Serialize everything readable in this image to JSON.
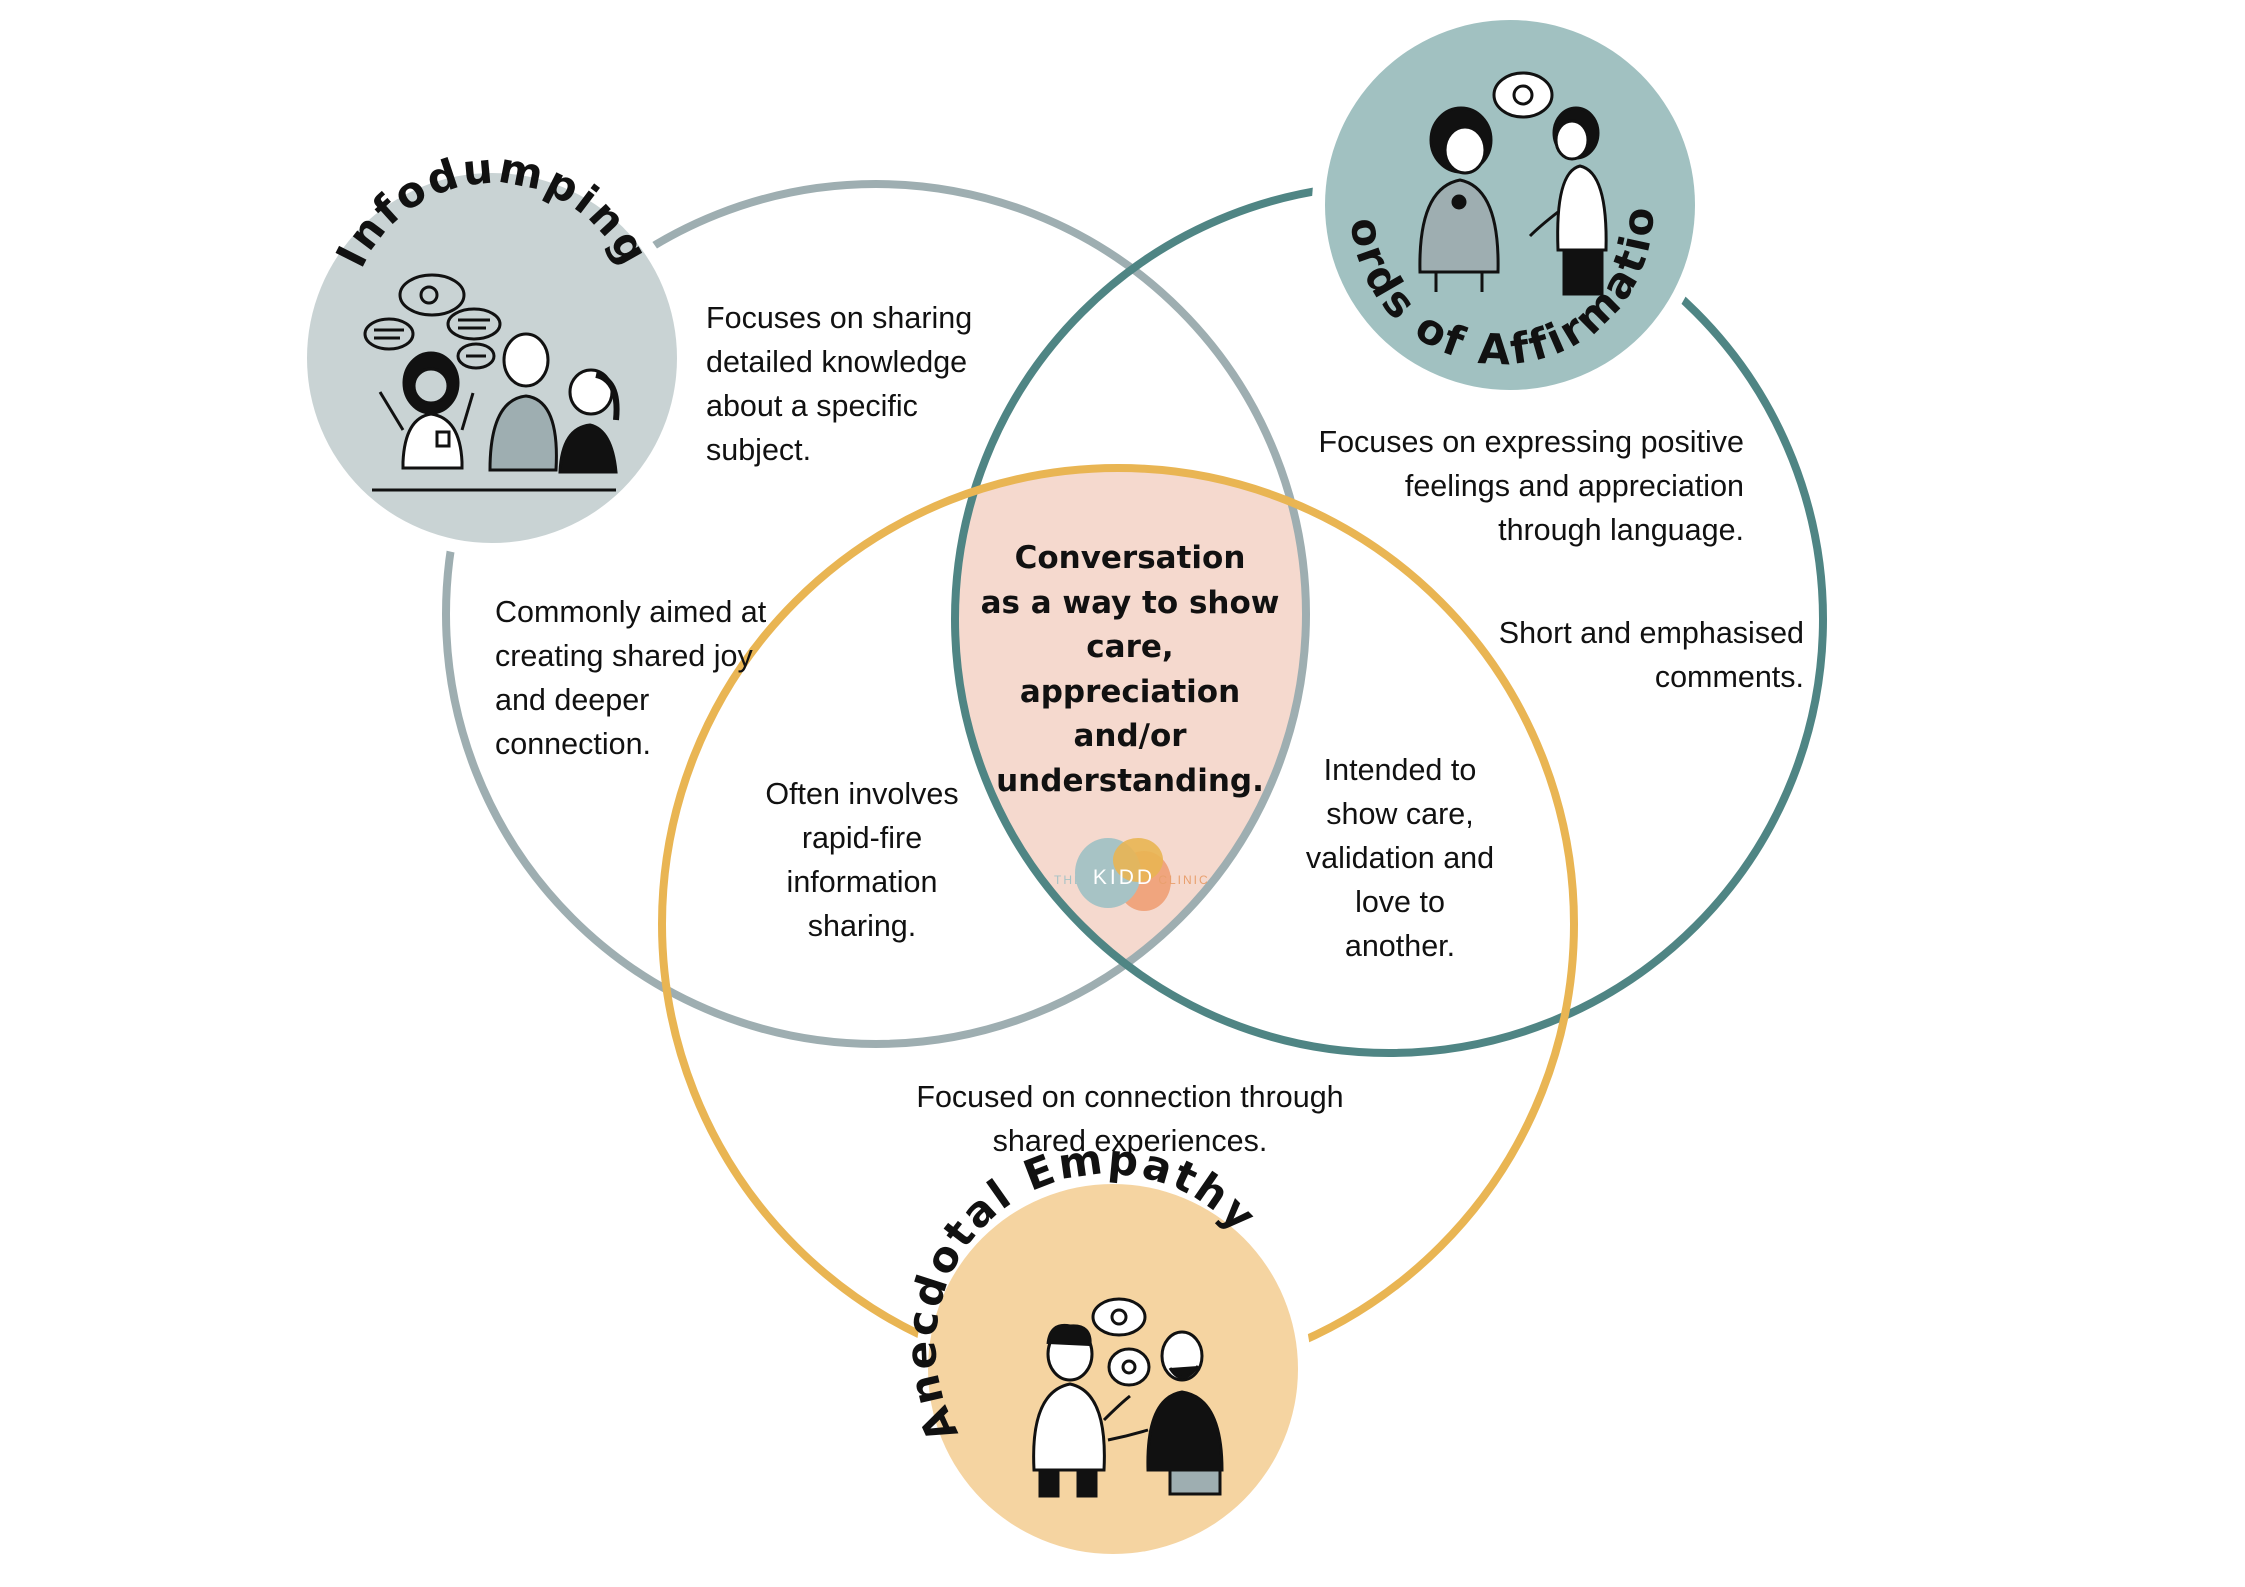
{
  "colors": {
    "infodumping": "#9eaeb1",
    "affirmation": "#4f8584",
    "empathy": "#e9b553",
    "center_fill": "#f5d9ce",
    "badge_infodumping": "#c9d3d4",
    "badge_affirmation": "#a1c1c1",
    "badge_empathy": "#f5d4a1"
  },
  "badges": {
    "infodumping": {
      "title": "Infodumping",
      "icon": "people-chatting-illustration"
    },
    "affirmation": {
      "title": "Words of Affirmation",
      "icon": "two-people-talking-illustration"
    },
    "empathy": {
      "title": "Anecdotal Empathy",
      "icon": "two-men-chatting-illustration"
    }
  },
  "center": {
    "text": "Conversation\nas a way to show\ncare,\nappreciation\nand/or\nunderstanding."
  },
  "logo": {
    "prefix": "THE",
    "name": "KIDD",
    "suffix": "CLINIC"
  },
  "labels": {
    "infodumping_description": "Focuses on sharing\ndetailed knowledge\nabout a specific\nsubject.",
    "infodumping_aim": "Commonly aimed at\ncreating shared joy\nand deeper\nconnection.",
    "affirmation_description": "Focuses on expressing positive\nfeelings and appreciation\nthrough language.",
    "affirmation_style": "Short and emphasised\ncomments.",
    "infodumping_empathy_overlap": "Often involves\nrapid-fire\ninformation\nsharing.",
    "affirmation_empathy_overlap": "Intended to\nshow care,\nvalidation and\nlove to\nanother.",
    "empathy_description": "Focused on connection through\nshared experiences."
  }
}
